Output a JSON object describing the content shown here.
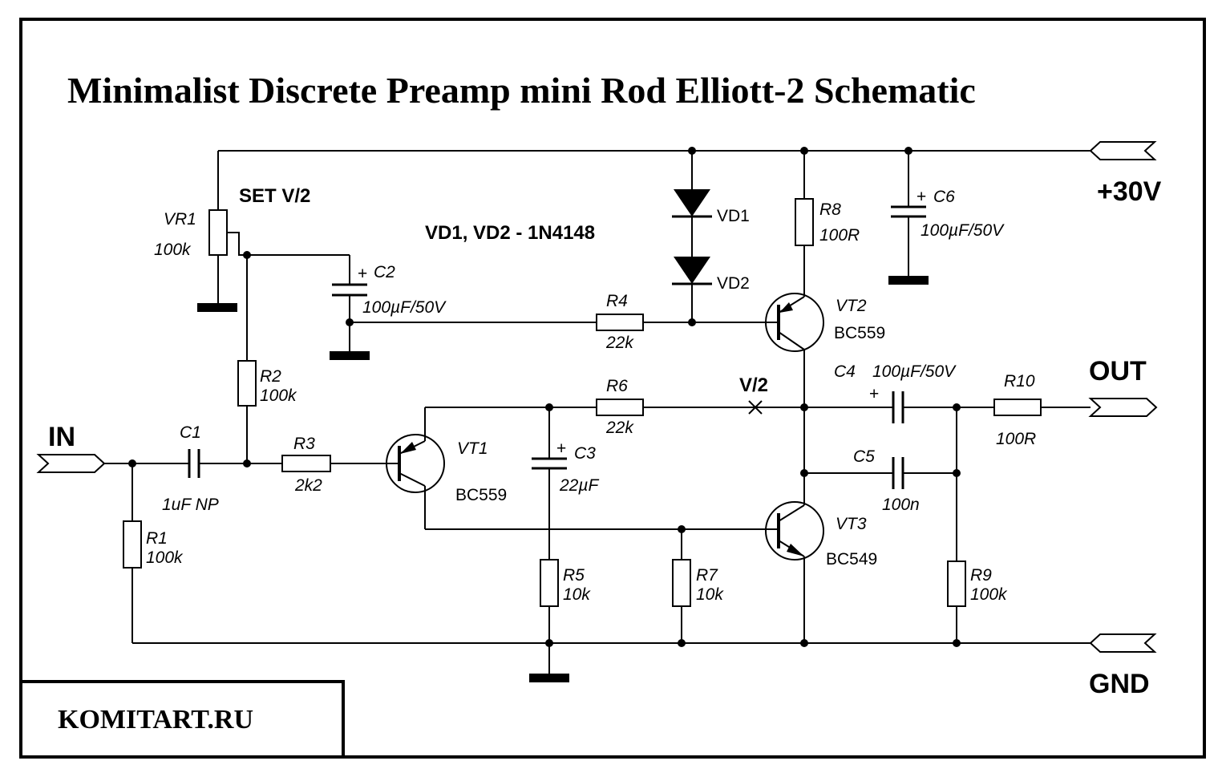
{
  "title": "Minimalist Discrete Preamp mini Rod Elliott-2  Schematic",
  "brand": "KOMITART.RU",
  "note": "VD1, VD2 - 1N4148",
  "set_label": "SET V/2",
  "vhalf_label": "V/2",
  "ports": {
    "in": "IN",
    "out": "OUT",
    "vplus": "+30V",
    "gnd": "GND"
  },
  "components": {
    "vr1": {
      "ref": "VR1",
      "value": "100k"
    },
    "r1": {
      "ref": "R1",
      "value": "100k"
    },
    "r2": {
      "ref": "R2",
      "value": "100k"
    },
    "r3": {
      "ref": "R3",
      "value": "2k2"
    },
    "r4": {
      "ref": "R4",
      "value": "22k"
    },
    "r5": {
      "ref": "R5",
      "value": "10k"
    },
    "r6": {
      "ref": "R6",
      "value": "22k"
    },
    "r7": {
      "ref": "R7",
      "value": "10k"
    },
    "r8": {
      "ref": "R8",
      "value": "100R"
    },
    "r9": {
      "ref": "R9",
      "value": "100k"
    },
    "r10": {
      "ref": "R10",
      "value": "100R"
    },
    "c1": {
      "ref": "C1",
      "value": "1uF NP"
    },
    "c2": {
      "ref": "C2",
      "value": "100µF/50V"
    },
    "c3": {
      "ref": "C3",
      "value": "22µF"
    },
    "c4": {
      "ref": "C4",
      "value": "100µF/50V"
    },
    "c5": {
      "ref": "C5",
      "value": "100n"
    },
    "c6": {
      "ref": "C6",
      "value": "100µF/50V"
    },
    "vd1": {
      "ref": "VD1"
    },
    "vd2": {
      "ref": "VD2"
    },
    "vt1": {
      "ref": "VT1",
      "value": "BC559"
    },
    "vt2": {
      "ref": "VT2",
      "value": "BC559"
    },
    "vt3": {
      "ref": "VT3",
      "value": "BC549"
    }
  }
}
